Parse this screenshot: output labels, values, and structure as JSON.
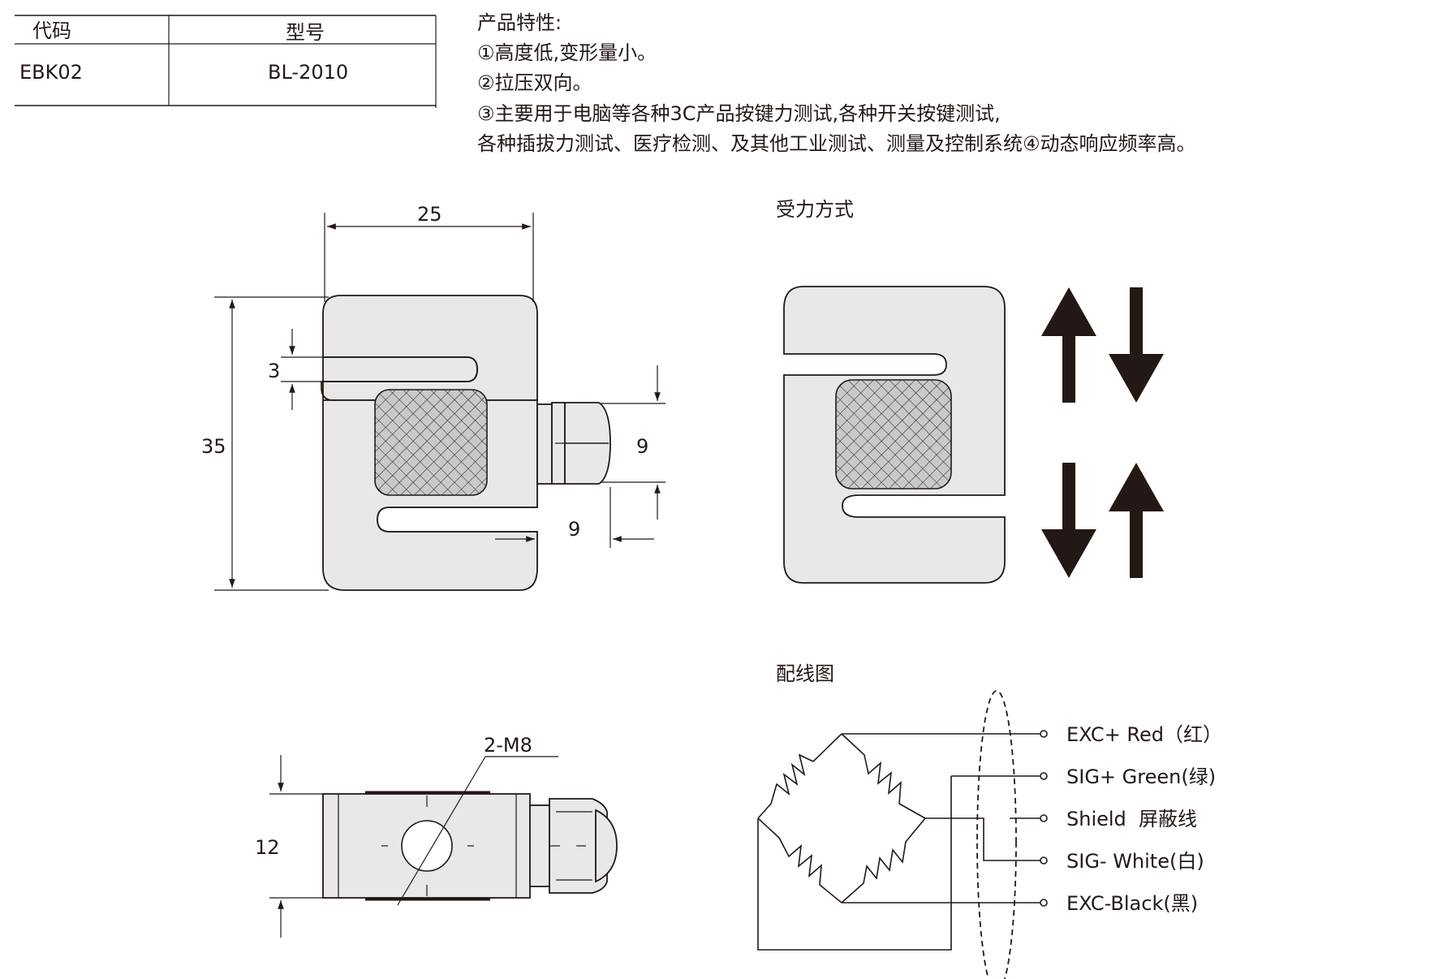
{
  "spec_table": {
    "headers": [
      "代码",
      "型号"
    ],
    "rows": [
      [
        "EBK02",
        "BL-2010"
      ]
    ]
  },
  "features": {
    "title": "产品特性:",
    "lines": [
      "①高度低,变形量小。",
      "②拉压双向。",
      "③主要用于电脑等各种3C产品按键力测试,各种开关按键测试,",
      "各种插拔力测试、医疗检测、及其他工业测试、测量及控制系统④动态响应频率高。"
    ]
  },
  "front_view": {
    "dim_width": "25",
    "dim_height": "35",
    "dim_slot": "3",
    "dim_connector_height": "9",
    "dim_connector_offset": "9"
  },
  "side_view": {
    "dim_thread": "2-M8",
    "dim_thickness": "12"
  },
  "force_section": {
    "title": "受力方式"
  },
  "wiring": {
    "title": "配线图",
    "wires": [
      "EXC+ Red（红）",
      "SIG+ Green(绿)",
      "Shield  屏蔽线",
      "SIG- White(白)",
      "EXC-Black(黑)"
    ]
  },
  "colors": {
    "ink": "#231815",
    "body_fill": "#e8e8e9",
    "hatch_fill": "#c9c9c9"
  }
}
